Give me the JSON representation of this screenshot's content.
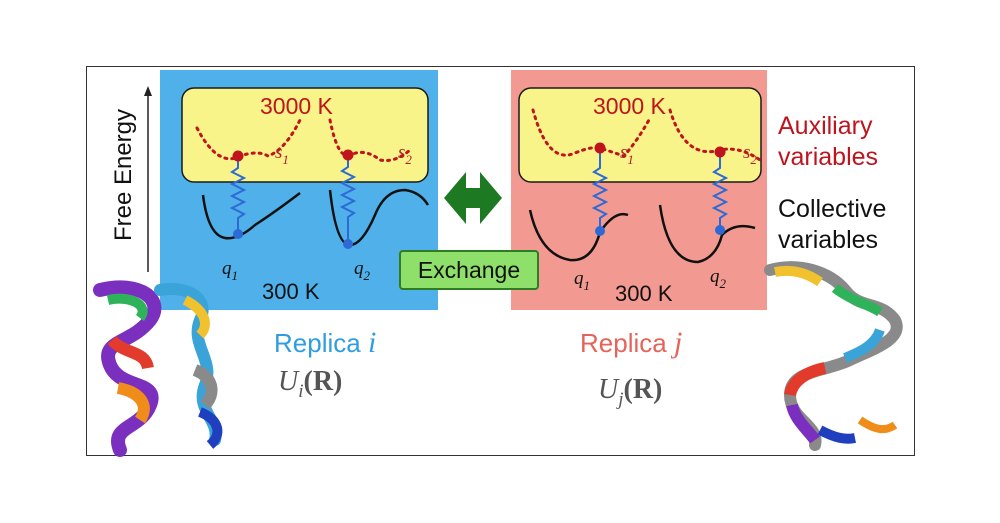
{
  "axis": {
    "label": "Free Energy"
  },
  "replica_i": {
    "hot_temperature": "3000 K",
    "cold_temperature": "300 K",
    "aux_labels": [
      "s",
      "s"
    ],
    "aux_subscripts": [
      "1",
      "2"
    ],
    "cv_labels": [
      "q",
      "q"
    ],
    "cv_subscripts": [
      "1",
      "2"
    ],
    "name_prefix": "Replica ",
    "name_index": "i",
    "potential_letter": "U",
    "potential_subscript": "i",
    "potential_arg": "(R)"
  },
  "replica_j": {
    "hot_temperature": "3000 K",
    "cold_temperature": "300 K",
    "aux_labels": [
      "s",
      "s"
    ],
    "aux_subscripts": [
      "1",
      "2"
    ],
    "cv_labels": [
      "q",
      "q"
    ],
    "cv_subscripts": [
      "1",
      "2"
    ],
    "name_prefix": "Replica ",
    "name_index": "j",
    "potential_letter": "U",
    "potential_subscript": "j",
    "potential_arg": "(R)"
  },
  "exchange": {
    "label": "Exchange"
  },
  "legend": {
    "auxiliary_line1": "Auxiliary",
    "auxiliary_line2": "variables",
    "collective_line1": "Collective",
    "collective_line2": "variables"
  },
  "colors": {
    "replica_i_panel": "#4fb0ea",
    "replica_j_panel": "#f29a92",
    "hot_box": "#f8f48a",
    "hot_curve": "#c0141c",
    "spring": "#2d6ad6",
    "exchange_arrow": "#1e7a22",
    "exchange_box": "#8ee06a"
  },
  "icons": [
    "exchange-arrow-icon",
    "spring-icon",
    "protein-ribbon-icon"
  ]
}
